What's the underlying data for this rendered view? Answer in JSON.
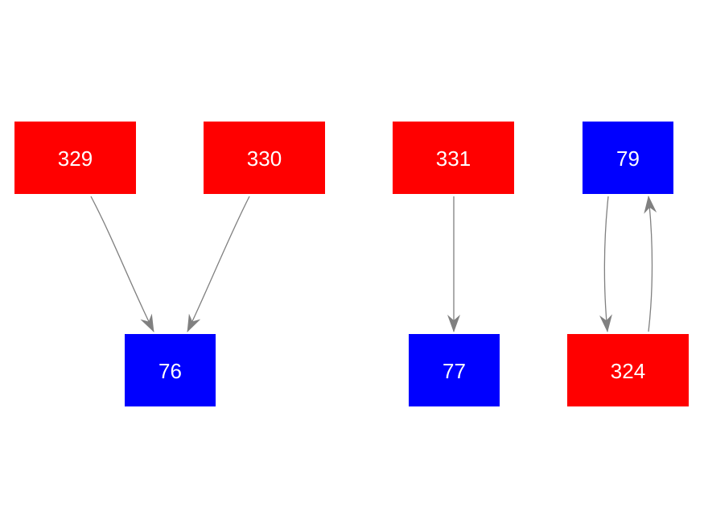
{
  "diagram": {
    "colors": {
      "red_node": "#ff0000",
      "blue_node": "#0000ff",
      "edge": "#808080",
      "label": "#ffffff",
      "background": "#ffffff"
    },
    "nodes": [
      {
        "id": "329",
        "label": "329",
        "color": "red"
      },
      {
        "id": "330",
        "label": "330",
        "color": "red"
      },
      {
        "id": "331",
        "label": "331",
        "color": "red"
      },
      {
        "id": "79",
        "label": "79",
        "color": "blue"
      },
      {
        "id": "76",
        "label": "76",
        "color": "blue"
      },
      {
        "id": "77",
        "label": "77",
        "color": "blue"
      },
      {
        "id": "324",
        "label": "324",
        "color": "red"
      }
    ],
    "edges": [
      {
        "from": "329",
        "to": "76"
      },
      {
        "from": "330",
        "to": "76"
      },
      {
        "from": "331",
        "to": "77"
      },
      {
        "from": "79",
        "to": "324"
      },
      {
        "from": "324",
        "to": "79"
      }
    ]
  }
}
